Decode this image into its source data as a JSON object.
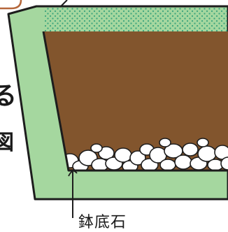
{
  "labels": {
    "pot_stone": "鉢底石",
    "edge_char_1": "る",
    "edge_char_2": "図"
  },
  "colors": {
    "pot_fill": "#a5d79f",
    "pot_outline": "#1d1d1d",
    "soil": "#82552d",
    "top_dots": "#3aa37c",
    "stones_fill": "#ffffff",
    "callout_outline": "#b5673b"
  }
}
